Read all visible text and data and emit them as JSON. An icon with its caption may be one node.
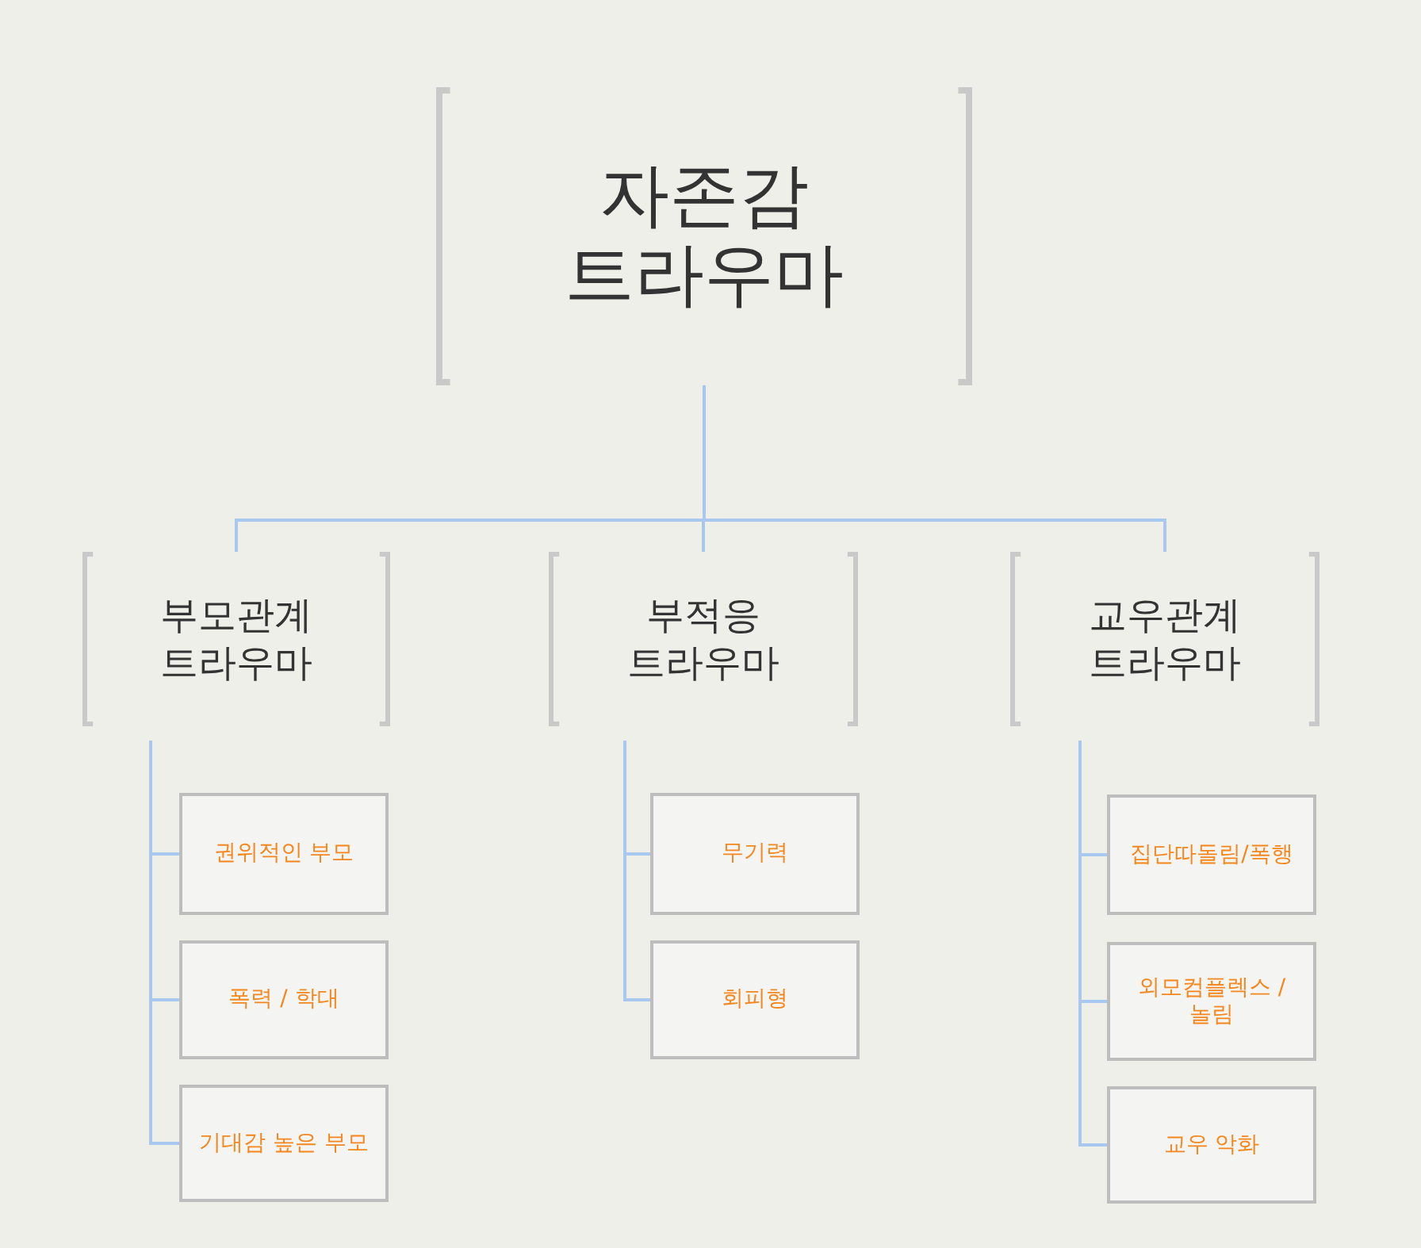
{
  "diagram": {
    "nodes": [
      {
        "text": [
          "자존감 트라우마"
        ]
      },
      {
        "text": [
          "부모관계 트라우마"
        ]
      },
      {
        "text": [
          "권위적인 부모"
        ]
      },
      {
        "text": [
          "폭력 / 학대"
        ]
      },
      {
        "text": [
          "기대감 높은 부모"
        ]
      },
      {
        "text": [
          "부적응 트라우마"
        ]
      },
      {
        "text": [
          "무기력"
        ]
      },
      {
        "text": [
          "회피형"
        ]
      },
      {
        "text": [
          "교우관계 트라우마"
        ]
      },
      {
        "text": [
          "집단따돌림/폭행"
        ]
      },
      {
        "text": [
          "외모컴플렉스 /놀림"
        ]
      },
      {
        "text": [
          "교우 악화"
        ]
      }
    ],
    "edges": [
      {
        "from": 0,
        "to": 1,
        "arrow": "none"
      },
      {
        "from": 0,
        "to": 5,
        "arrow": "none"
      },
      {
        "from": 0,
        "to": 8,
        "arrow": "none"
      },
      {
        "from": 1,
        "to": 2,
        "arrow": "none"
      },
      {
        "from": 1,
        "to": 3,
        "arrow": "none"
      },
      {
        "from": 1,
        "to": 4,
        "arrow": "none"
      },
      {
        "from": 5,
        "to": 6,
        "arrow": "none"
      },
      {
        "from": 5,
        "to": 7,
        "arrow": "none"
      },
      {
        "from": 8,
        "to": 9,
        "arrow": "none"
      },
      {
        "from": 8,
        "to": 10,
        "arrow": "none"
      },
      {
        "from": 8,
        "to": 11,
        "arrow": "none"
      }
    ]
  }
}
